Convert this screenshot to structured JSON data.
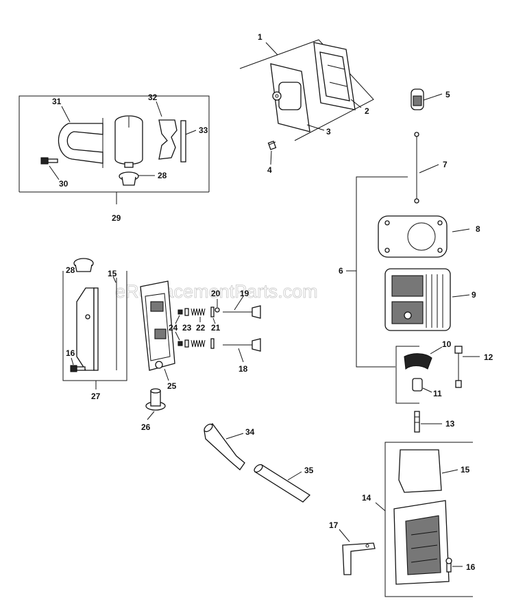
{
  "watermark": "eReplacementParts.com",
  "callouts": {
    "c1": "1",
    "c2": "2",
    "c3": "3",
    "c4": "4",
    "c5": "5",
    "c6": "6",
    "c7": "7",
    "c8": "8",
    "c9": "9",
    "c10": "10",
    "c11": "11",
    "c12": "12",
    "c13": "13",
    "c14": "14",
    "c15a": "15",
    "c15b": "15",
    "c16a": "16",
    "c16b": "16",
    "c17": "17",
    "c18": "18",
    "c19": "19",
    "c20": "20",
    "c21": "21",
    "c22": "22",
    "c23": "23",
    "c24": "24",
    "c25": "25",
    "c26": "26",
    "c27": "27",
    "c28a": "28",
    "c28b": "28",
    "c29": "29",
    "c30": "30",
    "c31": "31",
    "c32": "32",
    "c33": "33",
    "c34": "34",
    "c35": "35"
  }
}
